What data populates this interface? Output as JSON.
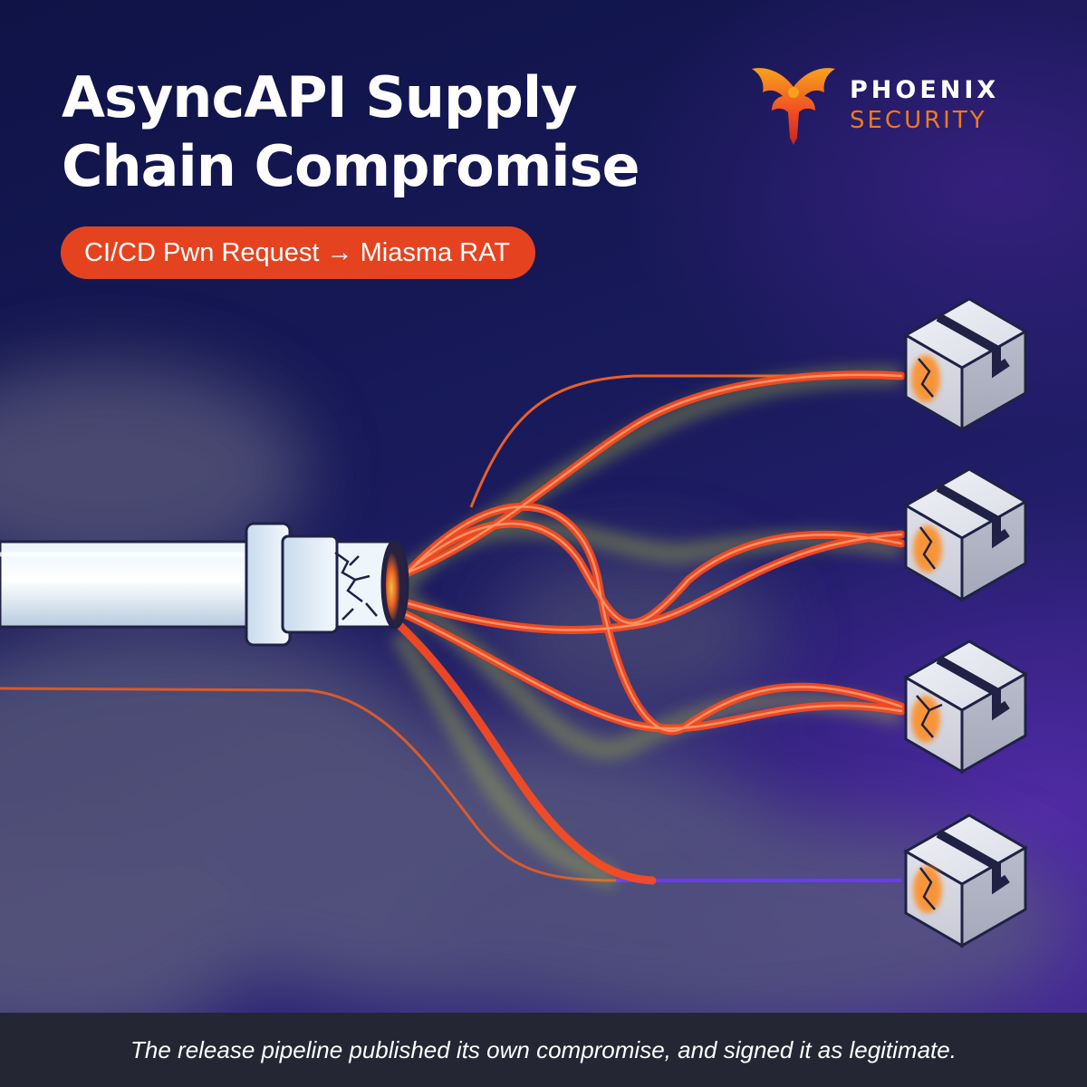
{
  "headline": {
    "line1": "AsyncAPI Supply",
    "line2": "Chain Compromise"
  },
  "tag": {
    "label": "CI/CD Pwn Request → Miasma RAT"
  },
  "brand": {
    "word1": "PHOENIX",
    "word2": "SECURITY",
    "icon": "phoenix-icon",
    "accent_color": "#f07a1f"
  },
  "illustration": {
    "source_icon": "cracked-pipe-icon",
    "target_icon": "cracked-package-icon",
    "package_count": 4,
    "strand_color": "#ff4a1e",
    "glow_color": "#b6c83a"
  },
  "footer": {
    "caption": "The release pipeline published its own compromise, and signed it as legitimate."
  }
}
